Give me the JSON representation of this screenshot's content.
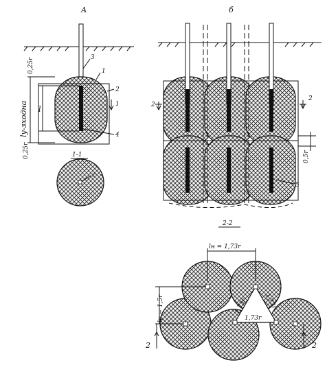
{
  "panel_a": {
    "title": "А",
    "callouts": [
      "1",
      "2",
      "3",
      "4"
    ],
    "dim_top": "0,25r",
    "dim_bottom": "0,25r",
    "dim_l": "l",
    "dim_zone": "lу-зходна",
    "section_marker": "1",
    "section_label": "1-1",
    "radius": "r"
  },
  "panel_b": {
    "title": "б",
    "callout": "5",
    "section_marker_left": "2",
    "section_marker_right": "2",
    "overlap": "0,5r"
  },
  "section_2_2": {
    "title": "2-2",
    "spacing_h": "lн = 1,73r",
    "spacing_v": "lр = 1,5r",
    "side_left": "1,73r",
    "side_right": "1,73r",
    "side_bottom": "1,73r",
    "marker_left": "2",
    "marker_right": "2"
  }
}
